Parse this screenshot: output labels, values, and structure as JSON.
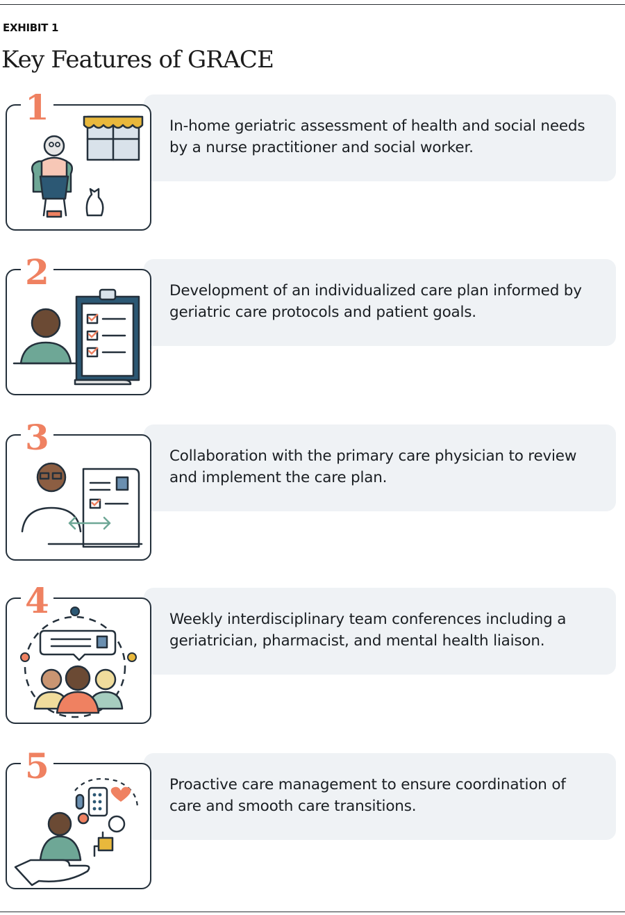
{
  "header": {
    "exhibit": "EXHIBIT 1",
    "title": "Key Features of GRACE"
  },
  "features": [
    {
      "number": "1",
      "text": "In-home geriatric assessment of health and social needs by a nurse practitioner and social worker.",
      "icon": "home-assessment-icon"
    },
    {
      "number": "2",
      "text": "Development of an individualized care plan informed by geriatric care protocols and patient goals.",
      "icon": "care-plan-clipboard-icon"
    },
    {
      "number": "3",
      "text": "Collaboration with the primary care physician to review and implement the care plan.",
      "icon": "physician-collaboration-icon"
    },
    {
      "number": "4",
      "text": "Weekly interdisciplinary team conferences including a geriatrician, pharmacist, and mental health liaison.",
      "icon": "team-conference-icon"
    },
    {
      "number": "5",
      "text": "Proactive care management to ensure coordination of care and smooth care transitions.",
      "icon": "care-management-icon"
    }
  ],
  "colors": {
    "accent": "#ef8161",
    "card_bg": "#eff2f5",
    "outline": "#24303b",
    "teal": "#4f8a7a",
    "navy": "#2c5874",
    "gold": "#e8b83c"
  }
}
